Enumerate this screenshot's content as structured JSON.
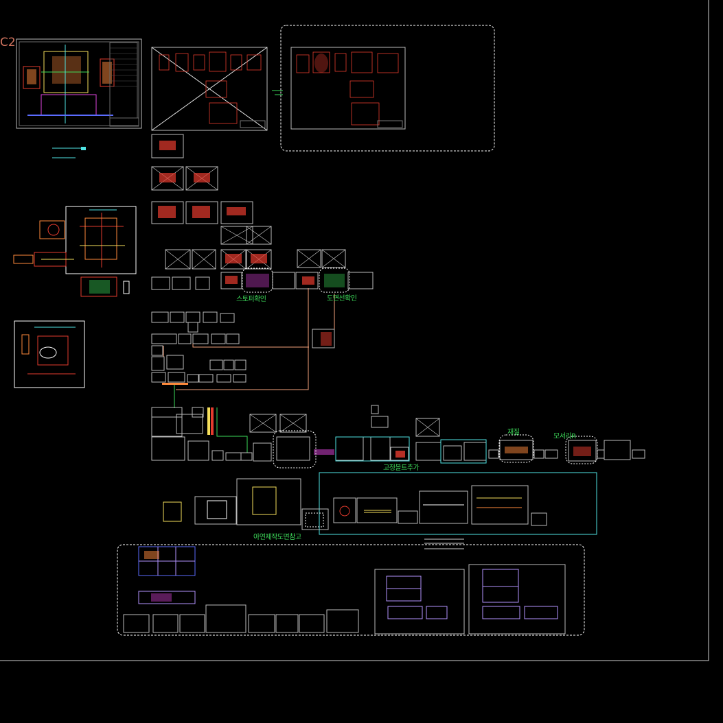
{
  "viewport": {
    "background": "#000000",
    "border_color": "#cfcfcf"
  },
  "sheet_label": {
    "text": "C2",
    "color": "#d2745f"
  },
  "annotations": [
    {
      "id": "stamp-check",
      "text": "스토퍼확인",
      "color": "#3ddc5a"
    },
    {
      "id": "drawing-check",
      "text": "도면선확인",
      "color": "#3ddc5a"
    },
    {
      "id": "material",
      "text": "재질",
      "color": "#3ddc5a"
    },
    {
      "id": "corner-r",
      "text": "모서리R",
      "color": "#3ddc5a"
    },
    {
      "id": "add-fixture",
      "text": "고정볼트추가",
      "color": "#3ddc5a"
    },
    {
      "id": "drawing-ref",
      "text": "아연제작도면참고",
      "color": "#3ddc5a"
    }
  ],
  "colors": {
    "frame": "#bdbdbd",
    "white_frame": "#ffffff",
    "red": "#e53b2e",
    "orange": "#ff8a3c",
    "yellow": "#f6e05c",
    "cyan": "#4fe3e3",
    "magenta": "#e146e1",
    "blue": "#5b6cff",
    "green": "#3ddc5a",
    "salmon": "#f4a27c",
    "purple": "#b394ff"
  }
}
